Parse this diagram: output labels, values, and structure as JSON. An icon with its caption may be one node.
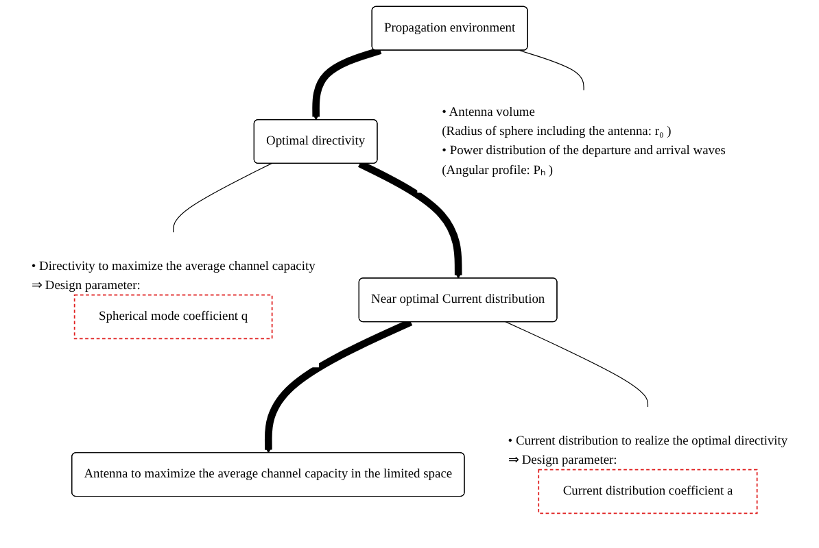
{
  "diagram": {
    "nodes": [
      {
        "text": [
          "Propagation environment"
        ]
      },
      {
        "text": [
          "Optimal directivity"
        ]
      },
      {
        "text": [
          "Near optimal Current distribution"
        ]
      },
      {
        "text": [
          "Antenna to maximize the average channel capacity in the limited space"
        ]
      },
      {
        "text": [
          "• Antenna volume",
          "(Radius of sphere including the antenna: r₀ )",
          "• Power distribution of the departure and arrival waves",
          "(Angular profile: Pₕ )"
        ]
      },
      {
        "text": [
          "• Directivity to maximize the average channel capacity",
          "⇒ Design parameter:"
        ]
      },
      {
        "text": [
          "Spherical mode coefficient q"
        ],
        "in": 5
      },
      {
        "text": [
          "• Current distribution to realize the optimal directivity",
          "⇒ Design parameter:"
        ]
      },
      {
        "text": [
          "Current distribution coefficient a"
        ],
        "in": 7
      }
    ],
    "edges": [
      {
        "from": 0,
        "to": 1,
        "arrow": "to",
        "style": "thick"
      },
      {
        "from": 1,
        "to": 2,
        "arrow": "to",
        "style": "thick"
      },
      {
        "from": 2,
        "to": 3,
        "arrow": "to",
        "style": "thick"
      },
      {
        "from": 0,
        "to": 4,
        "arrow": "none"
      },
      {
        "from": 1,
        "to": 5,
        "arrow": "none"
      },
      {
        "from": 2,
        "to": 7,
        "arrow": "none"
      }
    ]
  }
}
